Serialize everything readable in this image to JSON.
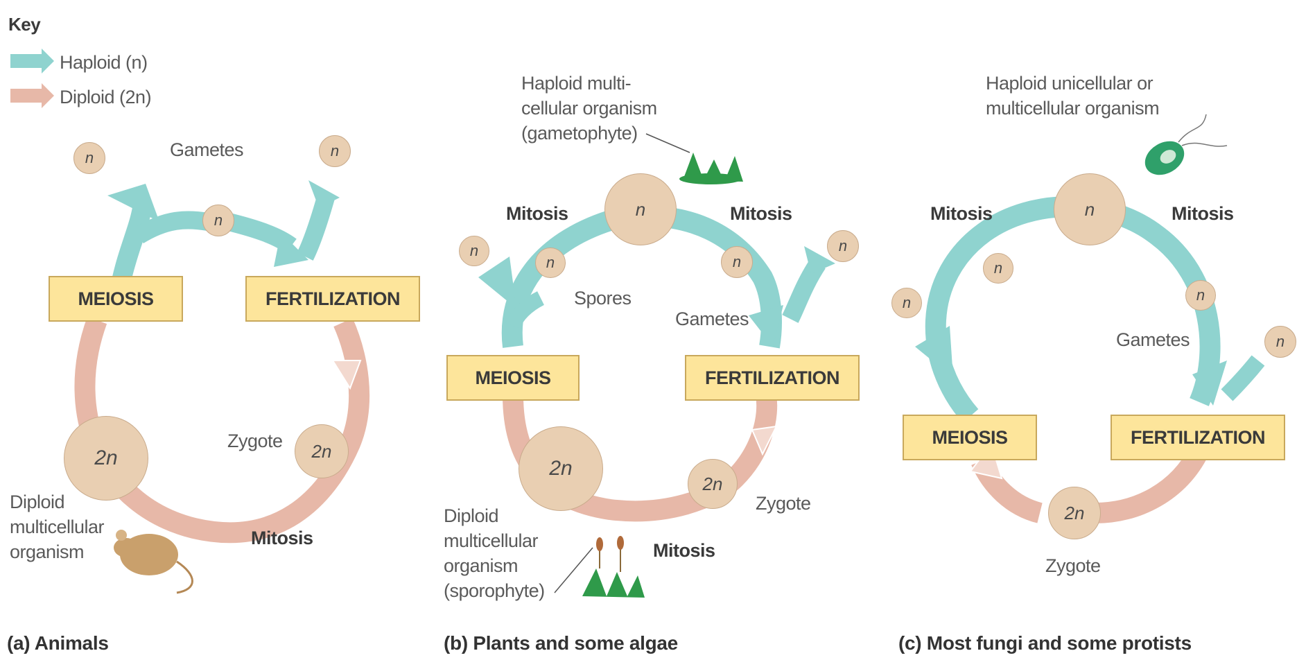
{
  "key": {
    "title": "Key",
    "haploid": "Haploid (n)",
    "diploid": "Diploid (2n)",
    "haploid_color": "#8fd3cf",
    "diploid_color": "#e7b8a8"
  },
  "cells": {
    "n": "n",
    "two_n": "2n"
  },
  "panel_a": {
    "gametes": "Gametes",
    "meiosis": "MEIOSIS",
    "fertilization": "FERTILIZATION",
    "zygote": "Zygote",
    "mitosis": "Mitosis",
    "organism_line1": "Diploid",
    "organism_line2": "multicellular",
    "organism_line3": "organism",
    "caption": "(a) Animals"
  },
  "panel_b": {
    "haploid_line1": "Haploid multi-",
    "haploid_line2": "cellular organism",
    "haploid_line3": "(gametophyte)",
    "mitosis_left": "Mitosis",
    "mitosis_right": "Mitosis",
    "spores": "Spores",
    "gametes": "Gametes",
    "meiosis": "MEIOSIS",
    "fertilization": "FERTILIZATION",
    "zygote": "Zygote",
    "mitosis_bottom": "Mitosis",
    "diploid_line1": "Diploid",
    "diploid_line2": "multicellular",
    "diploid_line3": "organism",
    "diploid_line4": "(sporophyte)",
    "caption": "(b) Plants and some algae"
  },
  "panel_c": {
    "haploid_line1": "Haploid unicellular or",
    "haploid_line2": "multicellular organism",
    "mitosis_left": "Mitosis",
    "mitosis_right": "Mitosis",
    "gametes": "Gametes",
    "meiosis": "MEIOSIS",
    "fertilization": "FERTILIZATION",
    "zygote": "Zygote",
    "caption": "(c) Most fungi and some protists"
  }
}
